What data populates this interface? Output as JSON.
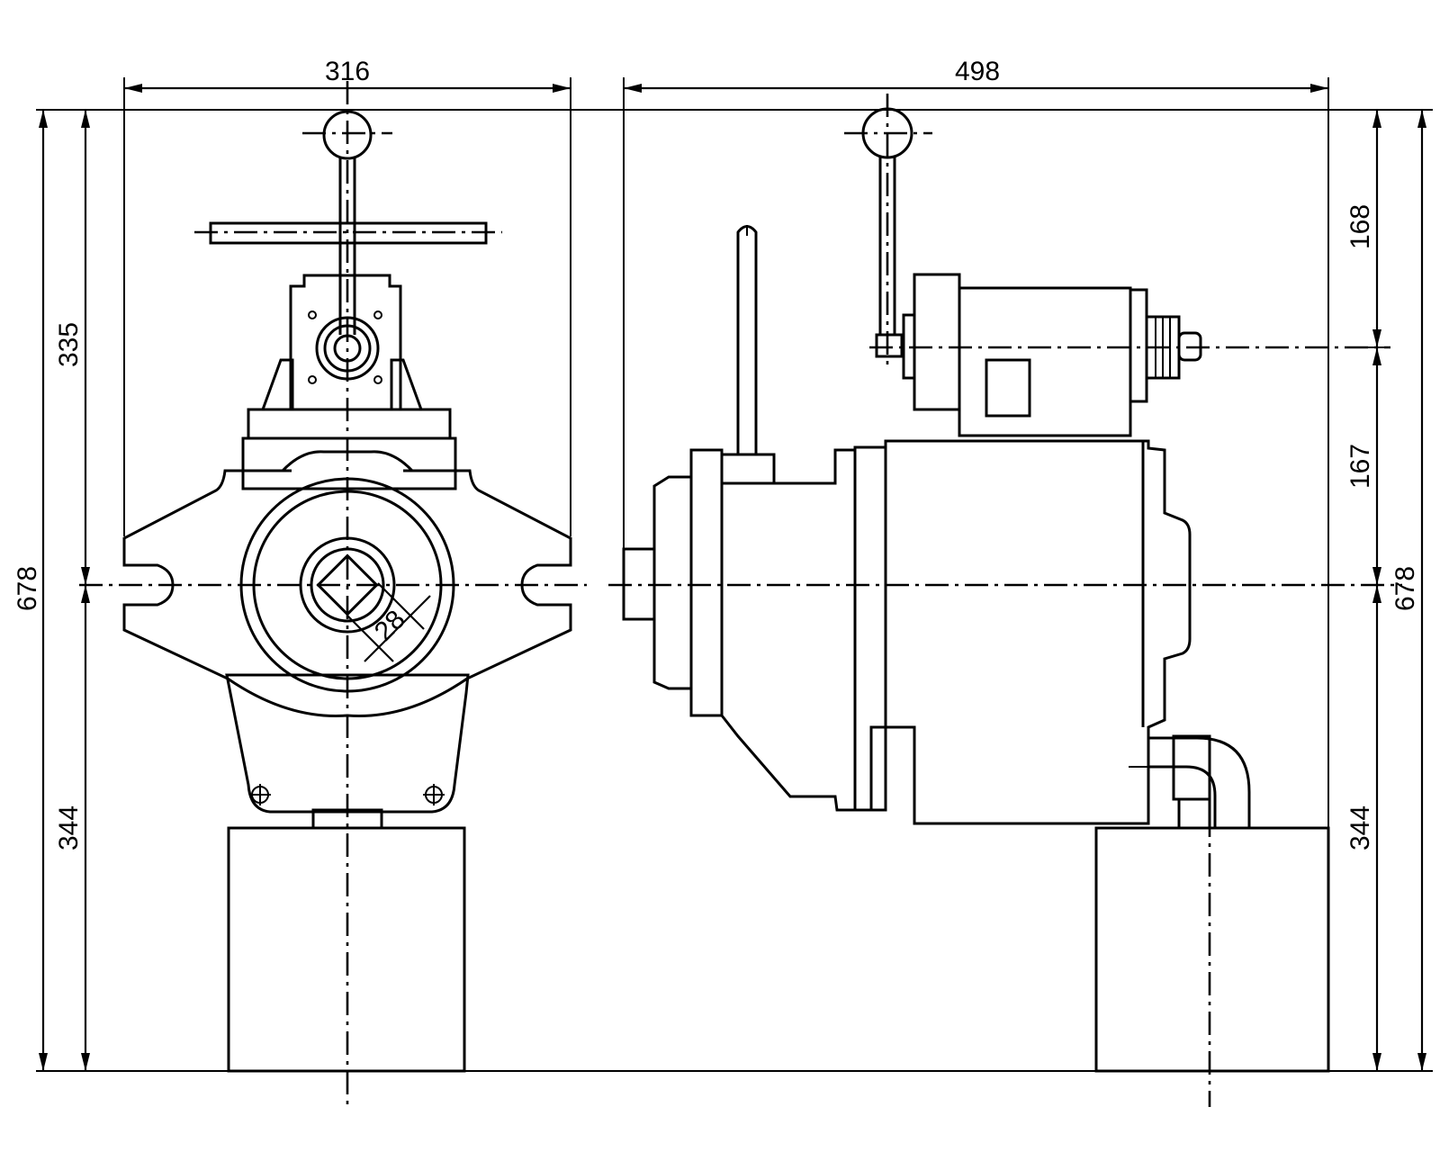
{
  "dimensions": {
    "front_width": "316",
    "side_width": "498",
    "left_total_height": "678",
    "right_total_height": "678",
    "left_upper_height": "335",
    "left_lower_height": "344",
    "right_upper_height": "168",
    "right_middle_height": "167",
    "right_lower_height": "344",
    "shaft_key": "28"
  },
  "colors": {
    "line": "#000000",
    "background": "#ffffff"
  }
}
